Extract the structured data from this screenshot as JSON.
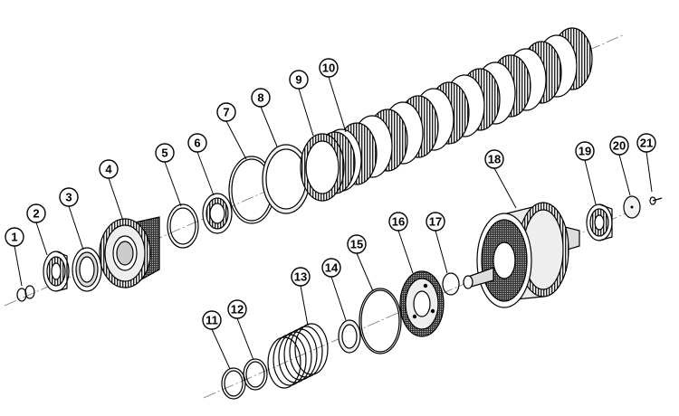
{
  "diagram": {
    "type": "exploded-parts-view",
    "callouts": [
      {
        "number": "1"
      },
      {
        "number": "2"
      },
      {
        "number": "3"
      },
      {
        "number": "4"
      },
      {
        "number": "5"
      },
      {
        "number": "6"
      },
      {
        "number": "7"
      },
      {
        "number": "8"
      },
      {
        "number": "9"
      },
      {
        "number": "10"
      },
      {
        "number": "11"
      },
      {
        "number": "12"
      },
      {
        "number": "13"
      },
      {
        "number": "14"
      },
      {
        "number": "15"
      },
      {
        "number": "16"
      },
      {
        "number": "17"
      },
      {
        "number": "18"
      },
      {
        "number": "19"
      },
      {
        "number": "20"
      },
      {
        "number": "21"
      }
    ],
    "colors": {
      "line": "#000000",
      "gear_fill": "#e6e6e6",
      "dark_fill": "#555555",
      "light_fill": "#f4f4f4"
    }
  }
}
